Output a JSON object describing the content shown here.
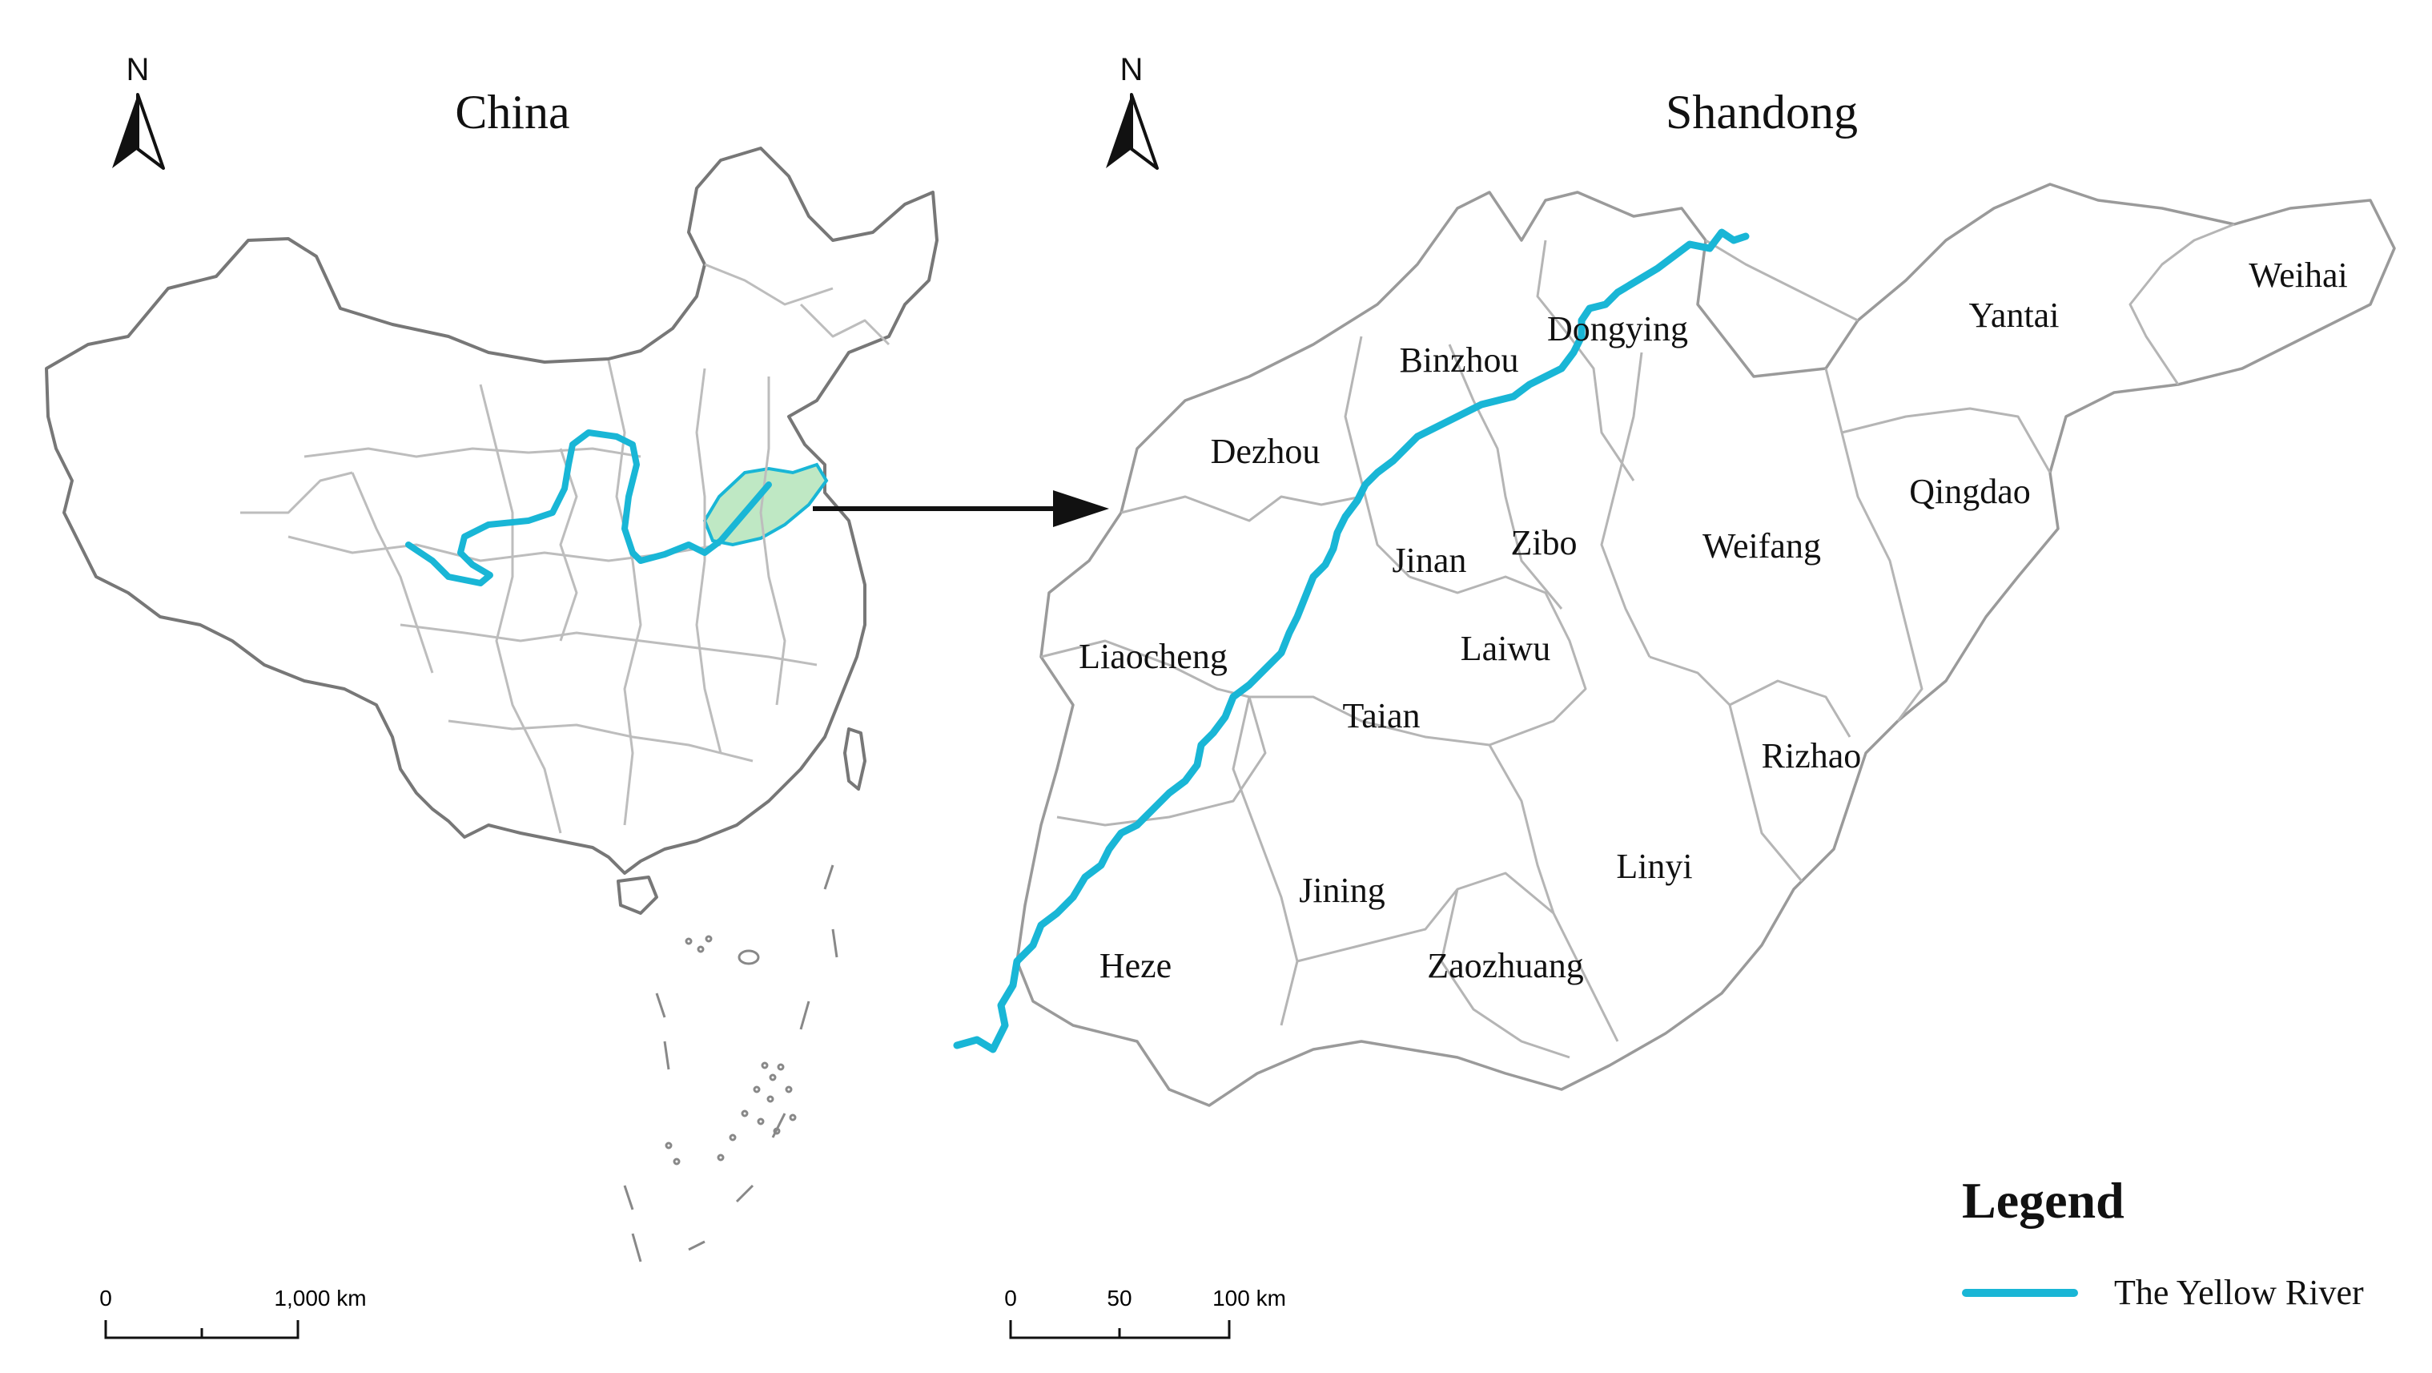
{
  "maps": {
    "china": {
      "title": "China"
    },
    "shandong": {
      "title": "Shandong"
    }
  },
  "north_arrow": {
    "label": "N"
  },
  "cities": [
    {
      "id": "dongying",
      "name": "Dongying"
    },
    {
      "id": "binzhou",
      "name": "Binzhou"
    },
    {
      "id": "dezhou",
      "name": "Dezhou"
    },
    {
      "id": "jinan",
      "name": "Jinan"
    },
    {
      "id": "zibo",
      "name": "Zibo"
    },
    {
      "id": "weifang",
      "name": "Weifang"
    },
    {
      "id": "yantai",
      "name": "Yantai"
    },
    {
      "id": "weihai",
      "name": "Weihai"
    },
    {
      "id": "qingdao",
      "name": "Qingdao"
    },
    {
      "id": "liaocheng",
      "name": "Liaocheng"
    },
    {
      "id": "laiwu",
      "name": "Laiwu"
    },
    {
      "id": "taian",
      "name": "Taian"
    },
    {
      "id": "rizhao",
      "name": "Rizhao"
    },
    {
      "id": "linyi",
      "name": "Linyi"
    },
    {
      "id": "jining",
      "name": "Jining"
    },
    {
      "id": "zaozhuang",
      "name": "Zaozhuang"
    },
    {
      "id": "heze",
      "name": "Heze"
    }
  ],
  "scale_bars": {
    "china": {
      "labels": [
        "0",
        "1,000 km"
      ]
    },
    "shandong": {
      "labels": [
        "0",
        "50",
        "100 km"
      ]
    }
  },
  "legend": {
    "title": "Legend",
    "items": [
      {
        "label": "The Yellow River",
        "color": "#19b6d6"
      }
    ]
  },
  "colors": {
    "river": "#19b6d6",
    "highlight_fill": "#bfe8c4",
    "highlight_stroke": "#19b6d6"
  }
}
